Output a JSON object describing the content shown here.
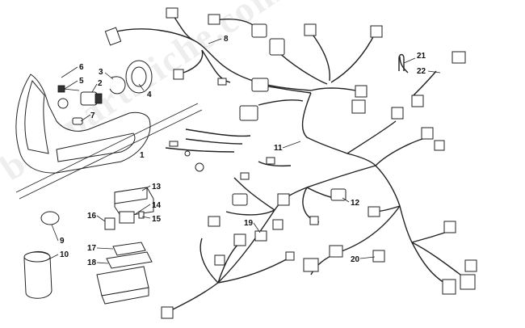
{
  "watermark": "bikepartsfiche.com",
  "callouts": [
    {
      "id": "c1",
      "label": "1"
    },
    {
      "id": "c2",
      "label": "2"
    },
    {
      "id": "c3",
      "label": "3"
    },
    {
      "id": "c4",
      "label": "4"
    },
    {
      "id": "c5",
      "label": "5"
    },
    {
      "id": "c6",
      "label": "6"
    },
    {
      "id": "c7",
      "label": "7"
    },
    {
      "id": "c8",
      "label": "8"
    },
    {
      "id": "c9",
      "label": "9"
    },
    {
      "id": "c10",
      "label": "10"
    },
    {
      "id": "c11",
      "label": "11"
    },
    {
      "id": "c12",
      "label": "12"
    },
    {
      "id": "c13",
      "label": "13"
    },
    {
      "id": "c14",
      "label": "14"
    },
    {
      "id": "c15",
      "label": "15"
    },
    {
      "id": "c16",
      "label": "16"
    },
    {
      "id": "c17",
      "label": "17"
    },
    {
      "id": "c18",
      "label": "18"
    },
    {
      "id": "c19",
      "label": "19"
    },
    {
      "id": "c20",
      "label": "20"
    },
    {
      "id": "c21",
      "label": "21"
    },
    {
      "id": "c22",
      "label": "22"
    }
  ]
}
